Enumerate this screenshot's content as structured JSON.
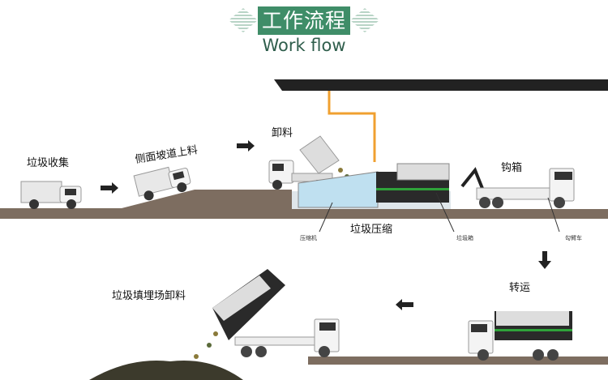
{
  "header": {
    "title_cn": "工作流程",
    "title_en": "Work flow"
  },
  "steps": {
    "collect": "垃圾收集",
    "ramp": "侧面坡道上料",
    "unload": "卸料",
    "hook": "钩箱",
    "compress": "垃圾压缩",
    "transport": "转运",
    "landfill": "垃圾填埋场卸料"
  },
  "parts": {
    "compressor": "压缩机",
    "bin": "垃圾箱",
    "hook_truck": "勾臂车"
  },
  "colors": {
    "brand_green": "#3f8d68",
    "ground": "#7a6a5c",
    "canopy": "#222222",
    "pipe": "#f0a030",
    "stripe": "#2fa33a"
  }
}
